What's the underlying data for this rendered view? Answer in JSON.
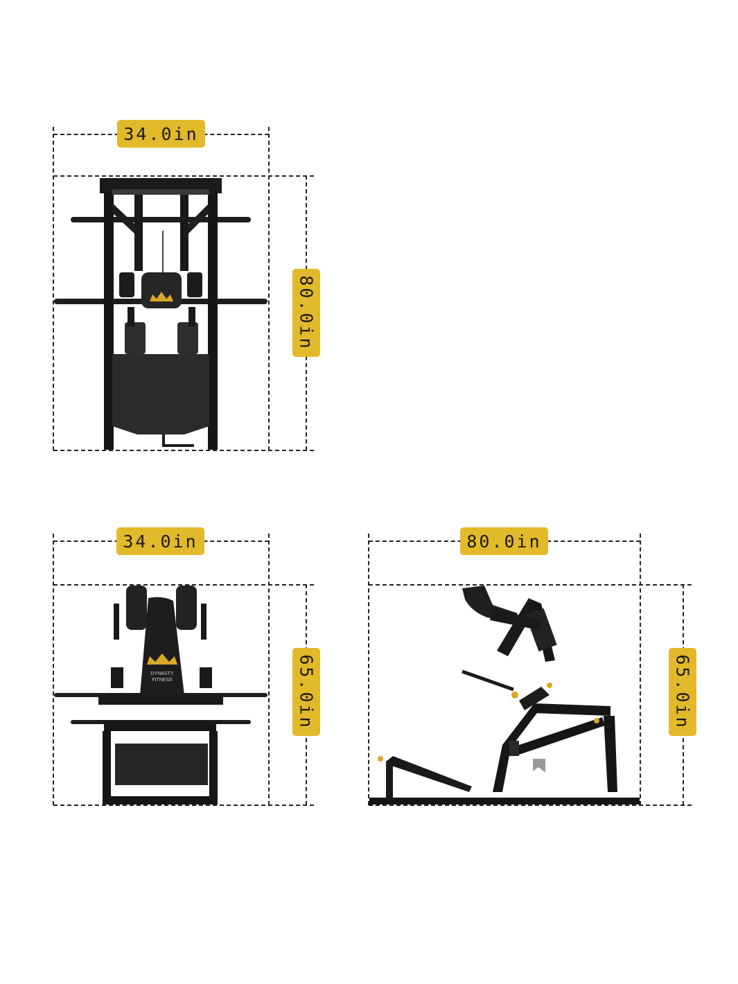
{
  "colors": {
    "badge": "#e2b92a",
    "frame": "#161616",
    "pad": "#2a2a2a",
    "accent": "#d9a826"
  },
  "views": {
    "top": {
      "name": "top-view",
      "width_label": "34.0in",
      "depth_label": "80.0in"
    },
    "front": {
      "name": "front-view",
      "width_label": "34.0in",
      "height_label": "65.0in",
      "logo_line1": "DYNASTY",
      "logo_line2": "FITNESS"
    },
    "side": {
      "name": "side-view",
      "length_label": "80.0in",
      "height_label": "65.0in"
    }
  }
}
